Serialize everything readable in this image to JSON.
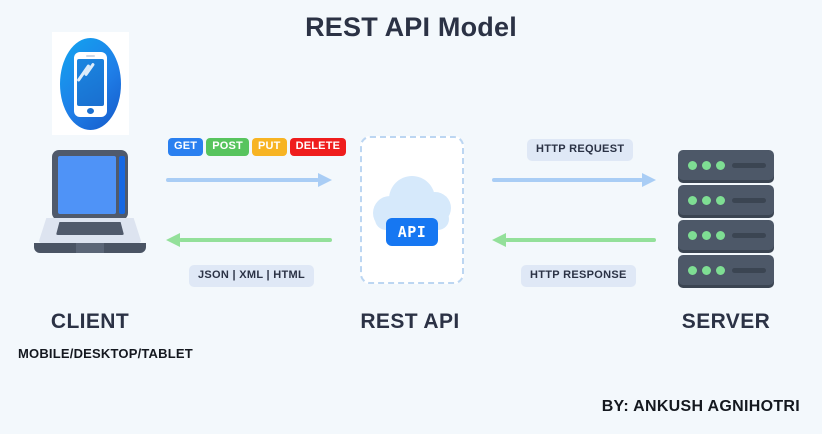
{
  "diagram": {
    "title": "REST API Model",
    "background_color": "#f3f8fc",
    "credit": "BY: ANKUSH AGNIHOTRI"
  },
  "nodes": {
    "client": {
      "label": "CLIENT",
      "sublabel": "MOBILE/DESKTOP/TABLET",
      "icons": [
        "smartphone-icon",
        "laptop-icon"
      ]
    },
    "rest_api": {
      "label": "REST API",
      "badge_text": "API",
      "badge_color": "#1677f2",
      "cloud_color": "#d6e9fb",
      "border_style": "dashed"
    },
    "server": {
      "label": "SERVER",
      "unit_count": 4,
      "leds_per_unit": 3,
      "led_color": "#7ede93",
      "unit_color": "#4d5868"
    }
  },
  "methods": [
    {
      "label": "GET",
      "color": "#2a80f0"
    },
    {
      "label": "POST",
      "color": "#57c45e"
    },
    {
      "label": "PUT",
      "color": "#f7b423"
    },
    {
      "label": "DELETE",
      "color": "#ef1d1d"
    }
  ],
  "chips": {
    "formats": "JSON | XML | HTML",
    "request": "HTTP REQUEST",
    "response": "HTTP RESPONSE",
    "chip_background": "#dfe8f6"
  },
  "arrows": {
    "request_color": "#a9cdf5",
    "response_color": "#93e09a",
    "request_direction": "right",
    "response_direction": "left"
  }
}
